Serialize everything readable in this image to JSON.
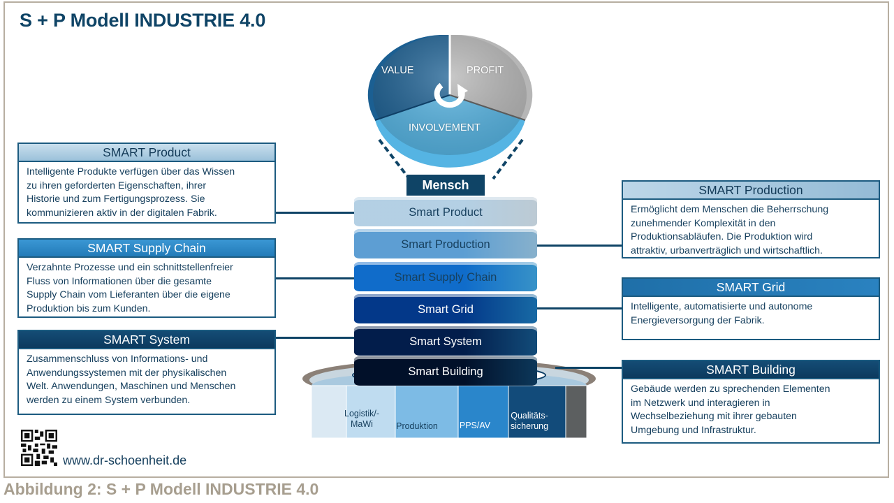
{
  "title": "S + P Modell INDUSTRIE 4.0",
  "caption": "Abbildung 2: S + P Modell INDUSTRIE 4.0",
  "url": "www.dr-schoenheit.de",
  "colors": {
    "frame": "#b7aea1",
    "title": "#0f4466",
    "caption": "#a79e8f",
    "card_border": "#1c5b80",
    "connector": "#0f4466"
  },
  "pie": {
    "segments": [
      {
        "label": "VALUE",
        "color": "#1b5f92"
      },
      {
        "label": "PROFIT",
        "color": "#b6b6b6"
      },
      {
        "label": "INVOLVEMENT",
        "color": "#55b4e3"
      }
    ],
    "cycle_icon": "cycle-arrow-icon"
  },
  "mensch_label": "Mensch",
  "layers": [
    {
      "label": "Smart Product",
      "color": "#d6e6f1",
      "text_color": "#17405e"
    },
    {
      "label": "Smart Production",
      "color": "#9ac9e8",
      "text_color": "#17405e"
    },
    {
      "label": "Smart Supply  Chain",
      "color": "#3fa6e3",
      "text_color": "#17405e"
    },
    {
      "label": "Smart Grid",
      "color": "#1b78bb",
      "text_color": "#ffffff"
    },
    {
      "label": "Smart System",
      "color": "#15568a",
      "text_color": "#ffffff"
    },
    {
      "label": "Smart Building",
      "color": "#0e3f66",
      "text_color": "#ffffff"
    }
  ],
  "base_segments": [
    {
      "label": "",
      "color": "#dbe9f3"
    },
    {
      "label": "Logistik/-\nMaWi",
      "color": "#bfdcf0"
    },
    {
      "label": "Produktion",
      "color": "#7dbbe5"
    },
    {
      "label": "PPS/AV",
      "color": "#2a86cb"
    },
    {
      "label": "Qualitäts-\nsicherung",
      "color": "#124b7a"
    },
    {
      "label": "",
      "color": "#5c5f60"
    }
  ],
  "cards": {
    "smart_product": {
      "title": "SMART Product",
      "lines": [
        "Intelligente Produkte verfügen über das Wissen",
        "zu  ihren geforderten Eigenschaften, ihrer",
        "Historie und zum  Fertigungsprozess. Sie",
        "kommunizieren  aktiv in der digitalen Fabrik."
      ]
    },
    "smart_supply_chain": {
      "title": "SMART Supply Chain",
      "lines": [
        "Verzahnte Prozesse und ein schnittstellenfreier",
        "Fluss von Informationen über die gesamte",
        "Supply Chain vom Lieferanten über die eigene",
        "Produktion bis zum  Kunden."
      ]
    },
    "smart_system": {
      "title": "SMART System",
      "lines": [
        "Zusammenschluss von Informations- und",
        "Anwendungssystemen mit der physikalischen",
        "Welt. Anwendungen,  Maschinen und Menschen",
        "werden zu einem System verbunden."
      ]
    },
    "smart_production": {
      "title": "SMART Production",
      "lines": [
        "Ermöglicht dem Menschen die Beherrschung",
        "zunehmender  Komplexität in den",
        "Produktionsabläufen. Die Produktion wird",
        "attraktiv, urbanverträglich und wirtschaftlich."
      ]
    },
    "smart_grid": {
      "title": "SMART Grid",
      "lines": [
        "Intelligente, automatisierte und autonome",
        "Energieversorgung der Fabrik."
      ]
    },
    "smart_building": {
      "title": "SMART Building",
      "lines": [
        "Gebäude werden zu  sprechenden Elementen",
        "im Netzwerk und interagieren in",
        "Wechselbeziehung mit ihrer gebauten",
        "Umgebung  und Infrastruktur."
      ]
    }
  }
}
